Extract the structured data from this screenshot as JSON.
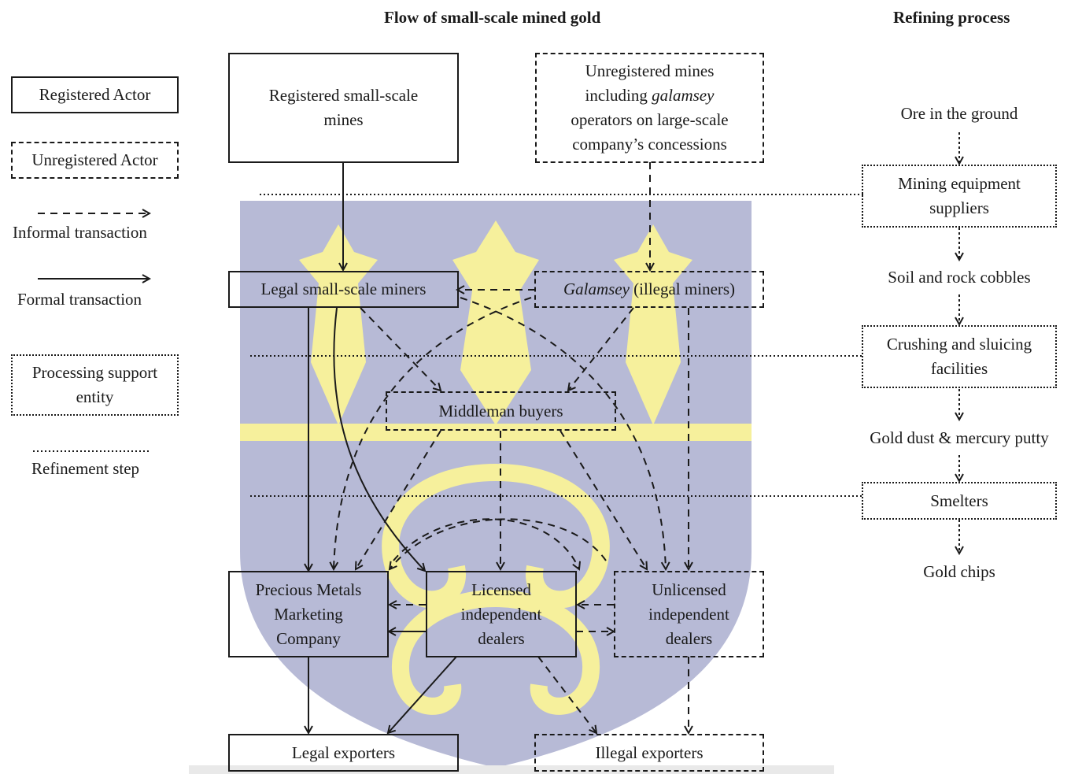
{
  "headers": {
    "flow": "Flow of small-scale mined gold",
    "refining": "Refining process"
  },
  "legend": {
    "registered_actor": "Registered Actor",
    "unregistered_actor": "Unregistered Actor",
    "informal_transaction": "Informal transaction",
    "formal_transaction": "Formal transaction",
    "processing_support_line1": "Processing support",
    "processing_support_line2": "entity",
    "refinement_step": "Refinement step"
  },
  "actors": {
    "registered_mines_line1": "Registered small-scale",
    "registered_mines_line2": "mines",
    "unregistered_line1": "Unregistered mines",
    "unregistered_line2a": "including ",
    "unregistered_line2b": "galamsey",
    "unregistered_line3": "operators on large-scale",
    "unregistered_line4": "company’s concessions",
    "legal_miners": "Legal small-scale miners",
    "galamsey_a": "Galamsey",
    "galamsey_b": " (illegal miners)",
    "middleman": "Middleman buyers",
    "pmmc_line1": "Precious  Metals",
    "pmmc_line2": "Marketing",
    "pmmc_line3": "Company",
    "licensed_line1": "Licensed",
    "licensed_line2": "independent",
    "licensed_line3": "dealers",
    "unlicensed_line1": "Unlicensed",
    "unlicensed_line2": "independent",
    "unlicensed_line3": "dealers",
    "legal_exporters": "Legal exporters",
    "illegal_exporters": "Illegal exporters"
  },
  "refining": {
    "ore": "Ore in the ground",
    "equipment_line1": "Mining equipment",
    "equipment_line2": "suppliers",
    "soil": "Soil  and rock cobbles",
    "crushing_line1": "Crushing and sluicing",
    "crushing_line2": "facilities",
    "dust": "Gold dust & mercury putty",
    "smelters": "Smelters",
    "chips": "Gold chips"
  },
  "colors": {
    "watermark_shield": "#b7bad6",
    "watermark_motif": "#f6f09c",
    "ink": "#1a1a1a"
  }
}
